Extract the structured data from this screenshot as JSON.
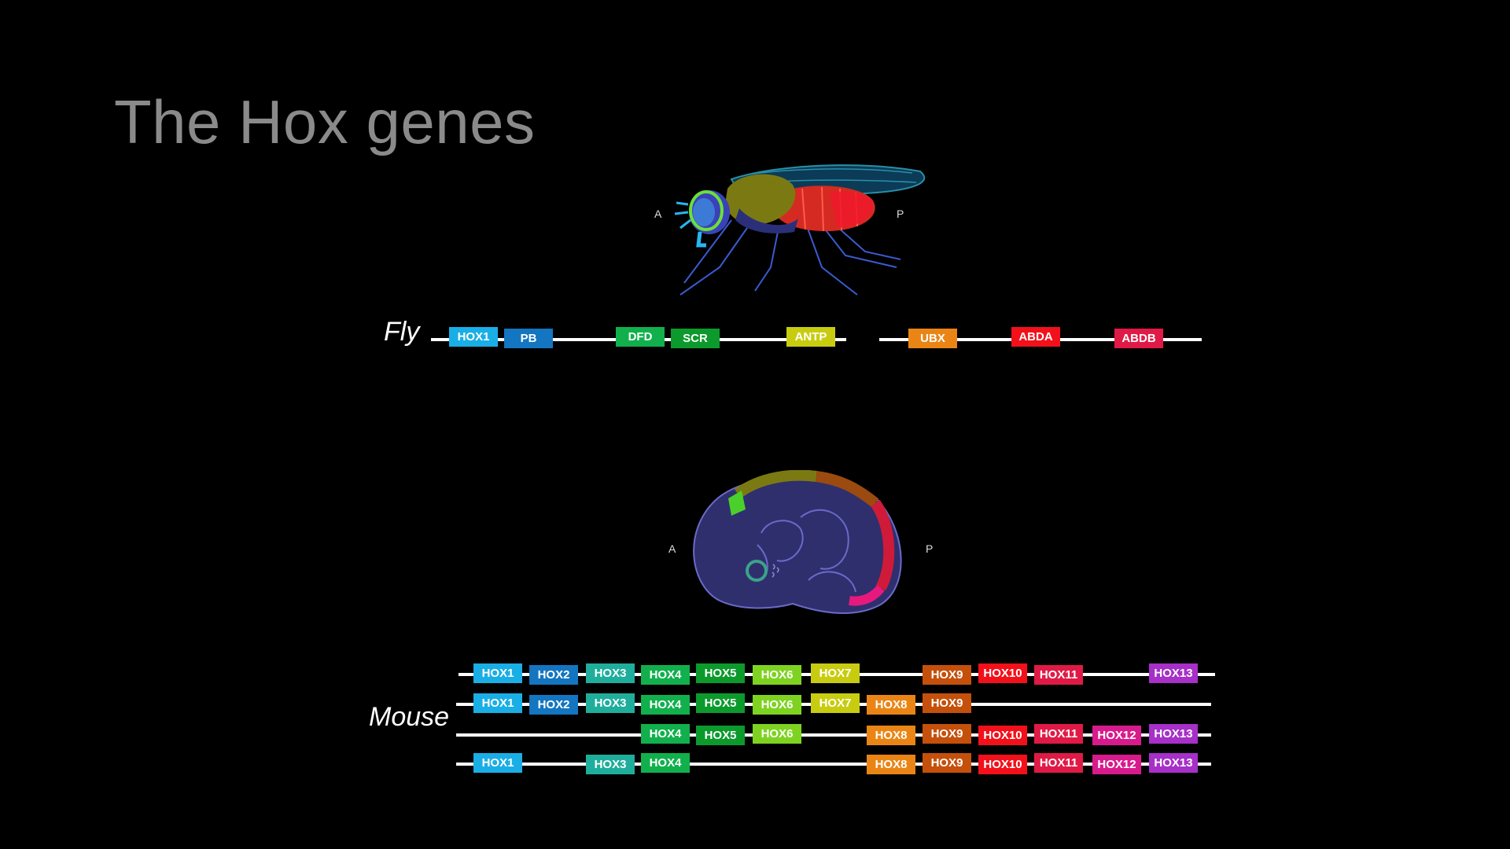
{
  "slide": {
    "title": "The Hox genes"
  },
  "fly": {
    "label": "Fly",
    "anterior": "A",
    "posterior": "P",
    "genes": [
      {
        "name": "HOX1",
        "color": "#1aaee6"
      },
      {
        "name": "PB",
        "color": "#1475c0"
      },
      {
        "name": "DFD",
        "color": "#11b04c"
      },
      {
        "name": "SCR",
        "color": "#0c9a2c"
      },
      {
        "name": "ANTP",
        "color": "#c8cc10"
      },
      {
        "name": "UBX",
        "color": "#ea8515"
      },
      {
        "name": "ABDA",
        "color": "#f2101a"
      },
      {
        "name": "ABDB",
        "color": "#e01a46"
      }
    ]
  },
  "mouse": {
    "label": "Mouse",
    "anterior": "A",
    "posterior": "P",
    "clusters": [
      [
        "HOX1",
        "HOX2",
        "HOX3",
        "HOX4",
        "HOX5",
        "HOX6",
        "HOX7",
        "HOX9",
        "HOX10",
        "HOX11",
        "HOX13"
      ],
      [
        "HOX1",
        "HOX2",
        "HOX3",
        "HOX4",
        "HOX5",
        "HOX6",
        "HOX7",
        "HOX8",
        "HOX9"
      ],
      [
        "HOX4",
        "HOX5",
        "HOX6",
        "HOX8",
        "HOX9",
        "HOX10",
        "HOX11",
        "HOX12",
        "HOX13"
      ],
      [
        "HOX1",
        "HOX3",
        "HOX4",
        "HOX8",
        "HOX9",
        "HOX10",
        "HOX11",
        "HOX12",
        "HOX13"
      ]
    ],
    "colors": {
      "HOX1": "#1aaee6",
      "HOX2": "#1475c0",
      "HOX3": "#1fae9c",
      "HOX4": "#11b04c",
      "HOX5": "#0c9a2c",
      "HOX6": "#7ed321",
      "HOX7": "#c8cc10",
      "HOX8": "#ea8515",
      "HOX9": "#c4500c",
      "HOX10": "#f2101a",
      "HOX11": "#e01a46",
      "HOX12": "#d81b8c",
      "HOX13": "#a630c8"
    }
  }
}
